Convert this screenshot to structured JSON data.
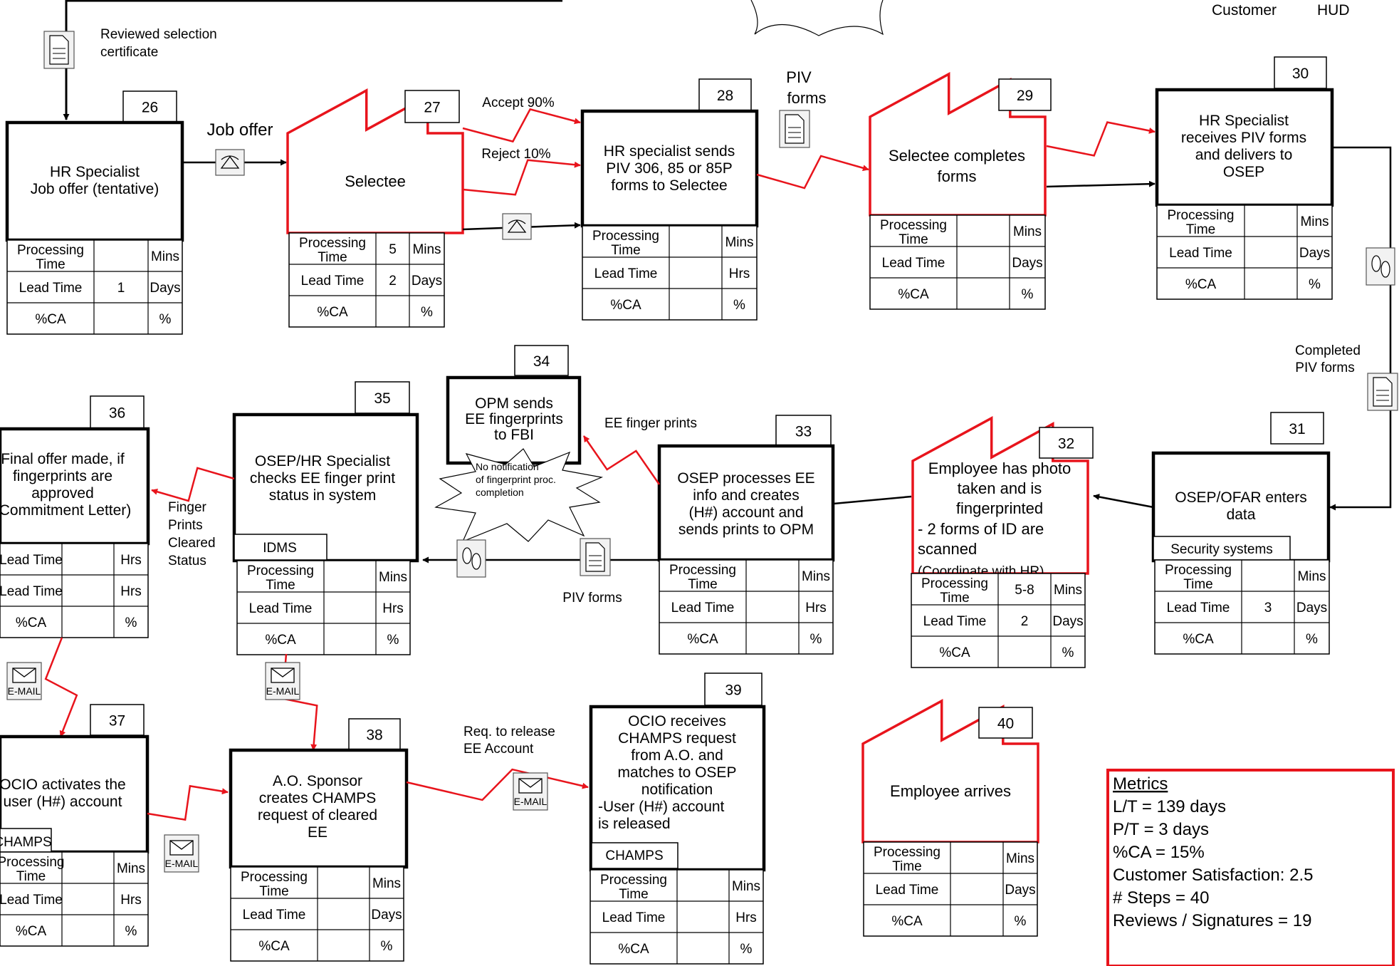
{
  "header": {
    "customer_label": "Customer",
    "hud_label": "HUD"
  },
  "row_labels": {
    "processing": "Processing Time",
    "lead": "Lead Time",
    "ca": "%CA"
  },
  "processes": [
    {
      "id": "26",
      "name": "HR Specialist Job offer (tentative)",
      "processing": "",
      "processing_unit": "Mins",
      "lead": "1",
      "lead_unit": "Days",
      "ca": "",
      "ca_unit": "%"
    },
    {
      "id": "27",
      "name": "Selectee",
      "processing": "5",
      "processing_unit": "Mins",
      "lead": "2",
      "lead_unit": "Days",
      "ca": "",
      "ca_unit": "%"
    },
    {
      "id": "28",
      "name": "HR specialist sends PIV 306, 85 or 85P forms  to Selectee",
      "processing": "",
      "processing_unit": "Mins",
      "lead": "",
      "lead_unit": "Hrs",
      "ca": "",
      "ca_unit": "%"
    },
    {
      "id": "29",
      "name": "Selectee completes forms",
      "processing": "",
      "processing_unit": "Mins",
      "lead": "",
      "lead_unit": "Days",
      "ca": "",
      "ca_unit": "%"
    },
    {
      "id": "30",
      "name": "HR Specialist receives PIV forms and delivers to OSEP",
      "processing": "",
      "processing_unit": "Mins",
      "lead": "",
      "lead_unit": "Days",
      "ca": "",
      "ca_unit": "%"
    },
    {
      "id": "31",
      "name": "OSEP/OFAR enters data",
      "system": "Security systems",
      "processing": "",
      "processing_unit": "Mins",
      "lead": "3",
      "lead_unit": "Days",
      "ca": "",
      "ca_unit": "%"
    },
    {
      "id": "32",
      "name": "Employee has photo taken and is fingerprinted - 2 forms of ID are scanned (Coordinate with HR)",
      "processing": "5-8",
      "processing_unit": "Mins",
      "lead": "2",
      "lead_unit": "Days",
      "ca": "",
      "ca_unit": "%"
    },
    {
      "id": "33",
      "name": "OSEP processes EE info and creates (H#) account and sends prints to OPM",
      "processing": "",
      "processing_unit": "Mins",
      "lead": "",
      "lead_unit": "Hrs",
      "ca": "",
      "ca_unit": "%"
    },
    {
      "id": "34",
      "name": "OPM sends EE fingerprints to FBI"
    },
    {
      "id": "35",
      "name": "OSEP/HR Specialist checks EE finger print status in system",
      "system": "IDMS",
      "processing": "",
      "processing_unit": "Mins",
      "lead": "",
      "lead_unit": "Hrs",
      "ca": "",
      "ca_unit": "%"
    },
    {
      "id": "36",
      "name": "Final offer made, if fingerprints are approved (Commitment Letter)",
      "lead": "",
      "lead_unit": "Hrs",
      "lead2": "",
      "lead2_unit": "Hrs",
      "ca": "",
      "ca_unit": "%"
    },
    {
      "id": "37",
      "name": "OCIO activates the user (H#) account",
      "system": "CHAMPS",
      "processing": "",
      "processing_unit": "Mins",
      "lead": "",
      "lead_unit": "Hrs",
      "ca": "",
      "ca_unit": "%"
    },
    {
      "id": "38",
      "name": "A.O. Sponsor creates CHAMPS request of cleared EE",
      "processing": "",
      "processing_unit": "Mins",
      "lead": "",
      "lead_unit": "Days",
      "ca": "",
      "ca_unit": "%"
    },
    {
      "id": "39",
      "name": "OCIO receives CHAMPS request from A.O. and matches to OSEP notification -User (H#) account is released",
      "system": "CHAMPS",
      "processing": "",
      "processing_unit": "Mins",
      "lead": "",
      "lead_unit": "Hrs",
      "ca": "",
      "ca_unit": "%"
    },
    {
      "id": "40",
      "name": "Employee arrives",
      "processing": "",
      "processing_unit": "Mins",
      "lead": "",
      "lead_unit": "Days",
      "ca": "",
      "ca_unit": "%"
    }
  ],
  "flow_labels": {
    "reviewed_certificate": "Reviewed selection certificate",
    "job_offer": "Job offer",
    "accept": "Accept 90%",
    "reject": "Reject 10%",
    "piv_forms_top": "PIV forms",
    "completed_piv": "Completed PIV forms",
    "ee_finger_prints": "EE finger prints",
    "no_notification": "No notification of fingerprint proc. completion",
    "piv_forms_mid": "PIV forms",
    "finger_prints_cleared": "Finger Prints Cleared Status",
    "req_release": "Req. to release EE Account",
    "email": "E-MAIL"
  },
  "metrics": {
    "title": "Metrics",
    "lt": "L/T = 139 days",
    "pt": "P/T = 3 days",
    "ca": "%CA = 15%",
    "satisfaction": "Customer Satisfaction: 2.5",
    "steps": "# Steps = 40",
    "reviews": "Reviews / Signatures = 19"
  },
  "colors": {
    "red": "#e8141c",
    "black": "#000000"
  }
}
